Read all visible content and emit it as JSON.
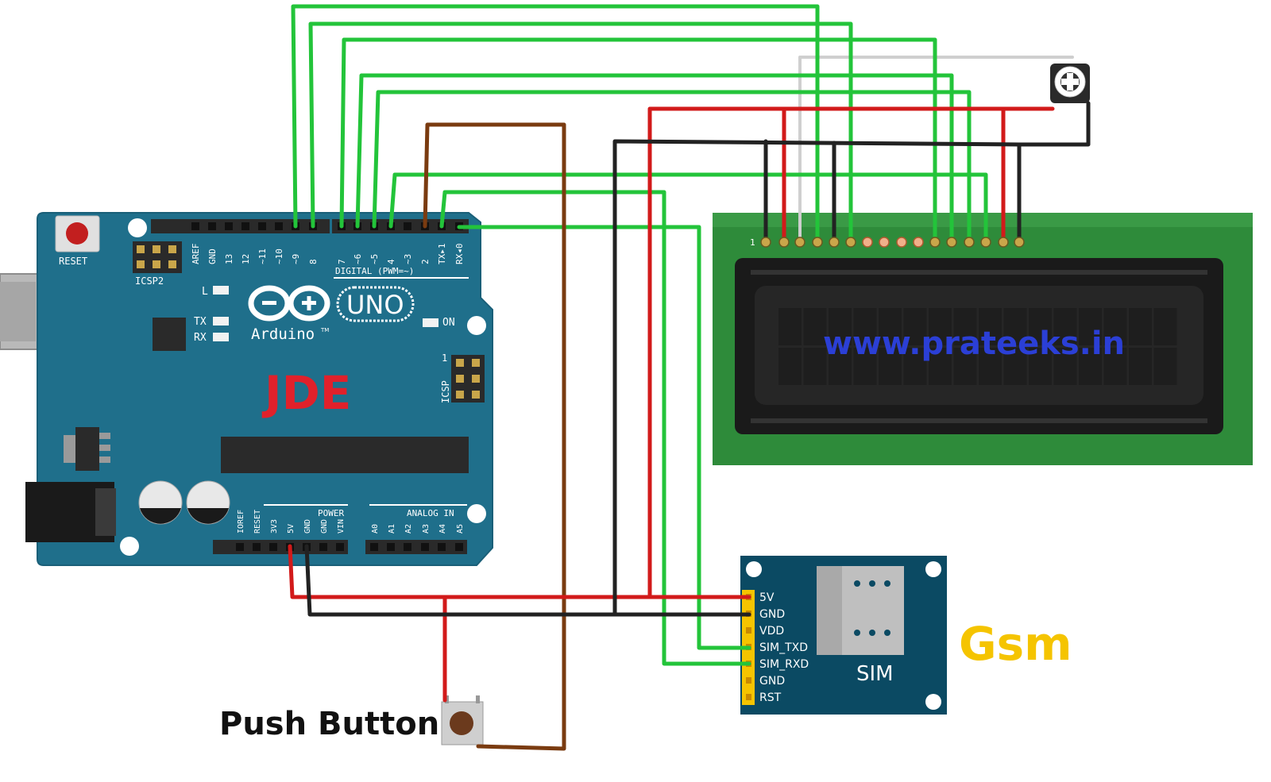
{
  "arduino": {
    "reset_label": "RESET",
    "icsp2_label": "ICSP2",
    "icsp_label": "ICSP",
    "icsp_pin1": "1",
    "led_l": "L",
    "led_tx": "TX",
    "led_rx": "RX",
    "on_label": "ON",
    "brand": "Arduino",
    "tm": "TM",
    "model": "UNO",
    "digital_header": "DIGITAL (PWM=~)",
    "digital_pins": [
      "AREF",
      "GND",
      "13",
      "12",
      "~11",
      "~10",
      "~9",
      "8",
      "7",
      "~6",
      "~5",
      "4",
      "~3",
      "2",
      "TX▸1",
      "RX◂0"
    ],
    "power_header": "POWER",
    "power_pins": [
      "IOREF",
      "RESET",
      "3V3",
      "5V",
      "GND",
      "GND",
      "VIN"
    ],
    "analog_header": "ANALOG IN",
    "analog_pins": [
      "A0",
      "A1",
      "A2",
      "A3",
      "A4",
      "A5"
    ],
    "overlay_text": "JDE"
  },
  "lcd": {
    "pin1_label": "1",
    "display_text": "www.prateeks.in"
  },
  "gsm": {
    "pins": [
      "5V",
      "GND",
      "VDD",
      "SIM_TXD",
      "SIM_RXD",
      "GND",
      "RST"
    ],
    "sim_label": "SIM",
    "title": "Gsm"
  },
  "push_button": {
    "label": "Push Button"
  },
  "colors": {
    "board_blue": "#1f6f8b",
    "lcd_green": "#2e8b3a",
    "gsm_navy": "#0b4a63",
    "wire_green": "#23c43a",
    "wire_red": "#d21a1a",
    "wire_black": "#222222",
    "wire_brown": "#7a3b10",
    "jde_red": "#e0212b",
    "gsm_yellow": "#f5c400",
    "lcd_text_blue": "#2b3fd6"
  }
}
